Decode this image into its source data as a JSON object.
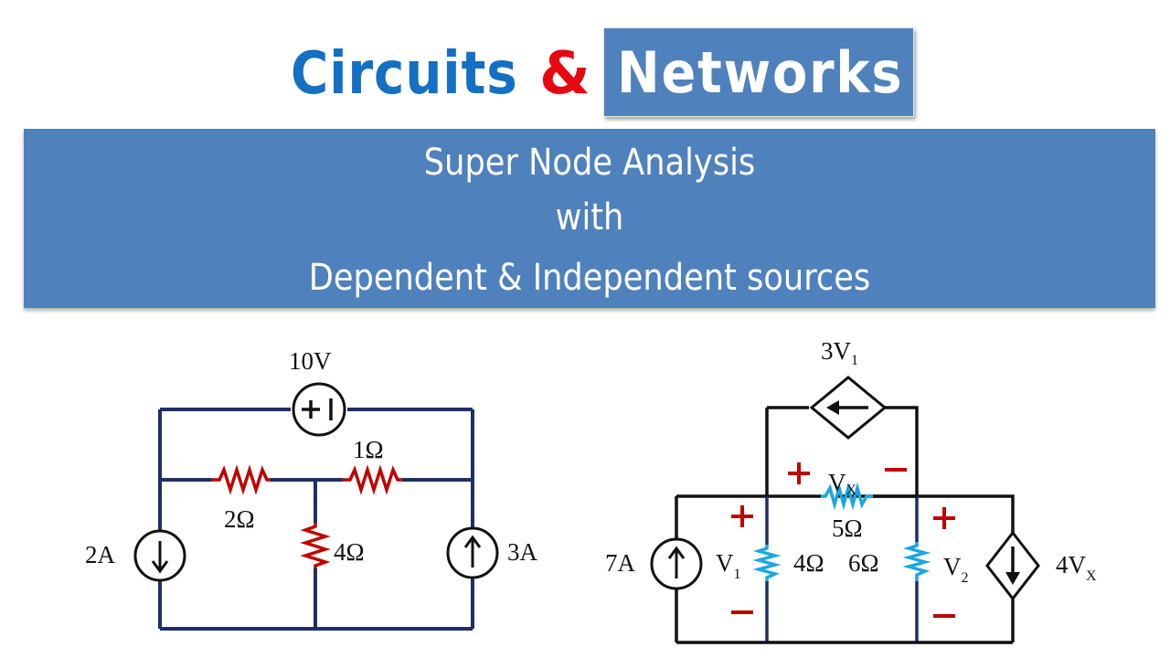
{
  "title": {
    "part1": "Circuits",
    "ampersand": "&",
    "part2": "Networks"
  },
  "banner": {
    "line1": "Super Node Analysis",
    "line2": "with",
    "line3": "Dependent & Independent sources"
  },
  "colors": {
    "title_blue": "#1470c2",
    "ampersand_red": "#e8060f",
    "banner_blue": "#4f81bd",
    "wire_navy": "#1f2f66",
    "resistor_red": "#c00000",
    "resistor_cyan": "#1aa7e0",
    "polarity_red": "#c00000"
  },
  "circuit1": {
    "voltage_source": "10V",
    "voltage_symbol": "+|",
    "r_top_right": "1Ω",
    "r_left": "2Ω",
    "r_middle": "4Ω",
    "current_left": "2A",
    "current_right": "3A"
  },
  "circuit2": {
    "dep_current_top": "3V",
    "dep_current_top_sub": "1",
    "vx": "V",
    "vx_sub": "X",
    "r_middle": "5Ω",
    "r_left": "4Ω",
    "r_right": "6Ω",
    "v1": "V",
    "v1_sub": "1",
    "v2": "V",
    "v2_sub": "2",
    "current_source": "7A",
    "dep_current_right": "4V",
    "dep_current_right_sub": "X",
    "plus": "+",
    "minus": "−"
  }
}
